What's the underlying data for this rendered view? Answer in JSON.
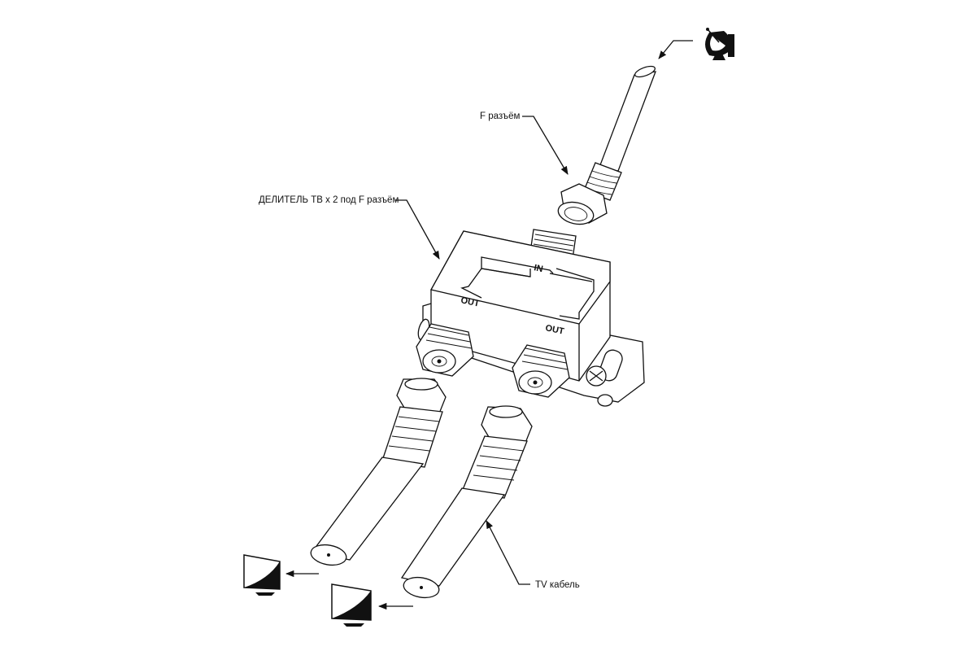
{
  "labels": {
    "f_connector": "F разъём",
    "splitter": "ДЕЛИТЕЛЬ ТВ х 2 под F разъём",
    "tv_cable": "TV кабель"
  },
  "ports": {
    "in": "IN",
    "out_left": "OUT",
    "out_right": "OUT"
  },
  "icons": {
    "source": "satellite-dish-icon",
    "output_1": "tv-icon",
    "output_2": "tv-icon"
  }
}
